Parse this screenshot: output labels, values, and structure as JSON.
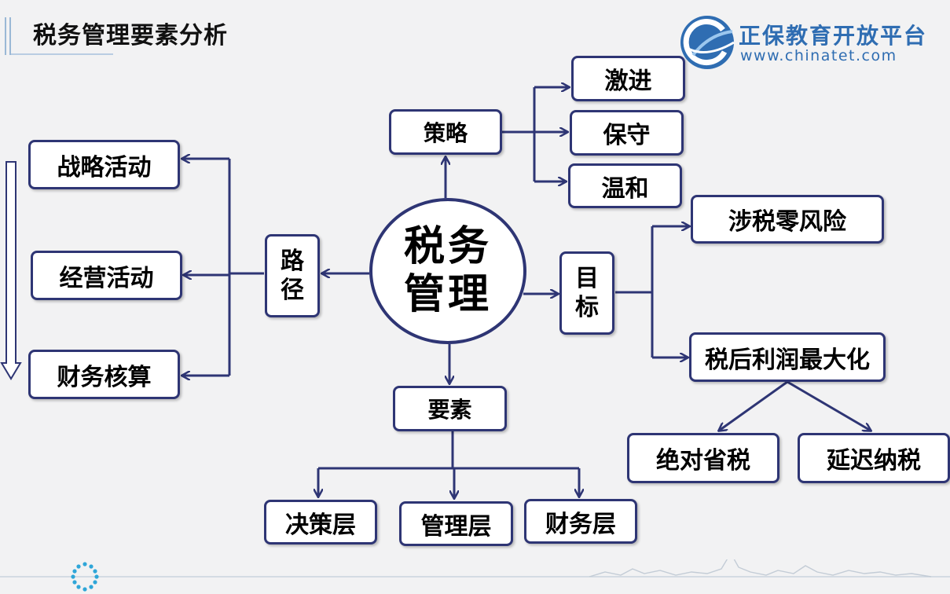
{
  "header": {
    "title": "税务管理要素分析",
    "logo_cn": "正保教育开放平台",
    "logo_en": "www.chinatet.com"
  },
  "diagram": {
    "center": {
      "line1": "税务",
      "line2": "管理"
    },
    "strategy": {
      "label": "策略",
      "options": [
        "激进",
        "保守",
        "温和"
      ]
    },
    "path": {
      "label_chars": [
        "路",
        "径"
      ],
      "items": [
        "战略活动",
        "经营活动",
        "财务核算"
      ]
    },
    "goal": {
      "label_chars": [
        "目",
        "标"
      ],
      "items": [
        "涉税零风险",
        "税后利润最大化"
      ],
      "sub_items": [
        "绝对省税",
        "延迟纳税"
      ]
    },
    "elements": {
      "label": "要素",
      "items": [
        "决策层",
        "管理层",
        "财务层"
      ]
    }
  },
  "colors": {
    "node_border": "#2e3574",
    "arrow": "#2e3574",
    "logo_blue": "#2f6db2"
  }
}
